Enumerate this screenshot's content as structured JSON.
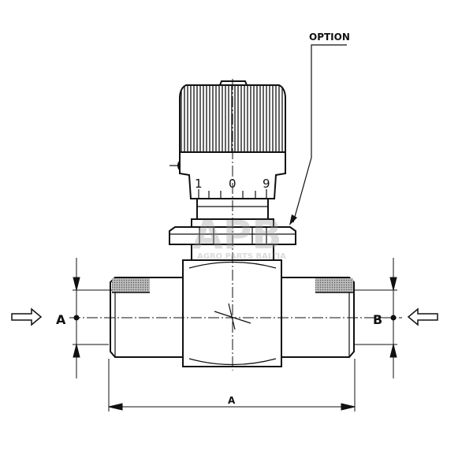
{
  "labels": {
    "option": "OPTION",
    "inlet_port": "A",
    "outlet_port": "B",
    "overall_length": "A"
  },
  "scale_digits": [
    "1",
    "0",
    "9"
  ],
  "watermark": {
    "logo": "APB",
    "text": "AGRO PARTS BALTIA"
  },
  "colors": {
    "line": "#111111",
    "hatch": "#888888"
  }
}
